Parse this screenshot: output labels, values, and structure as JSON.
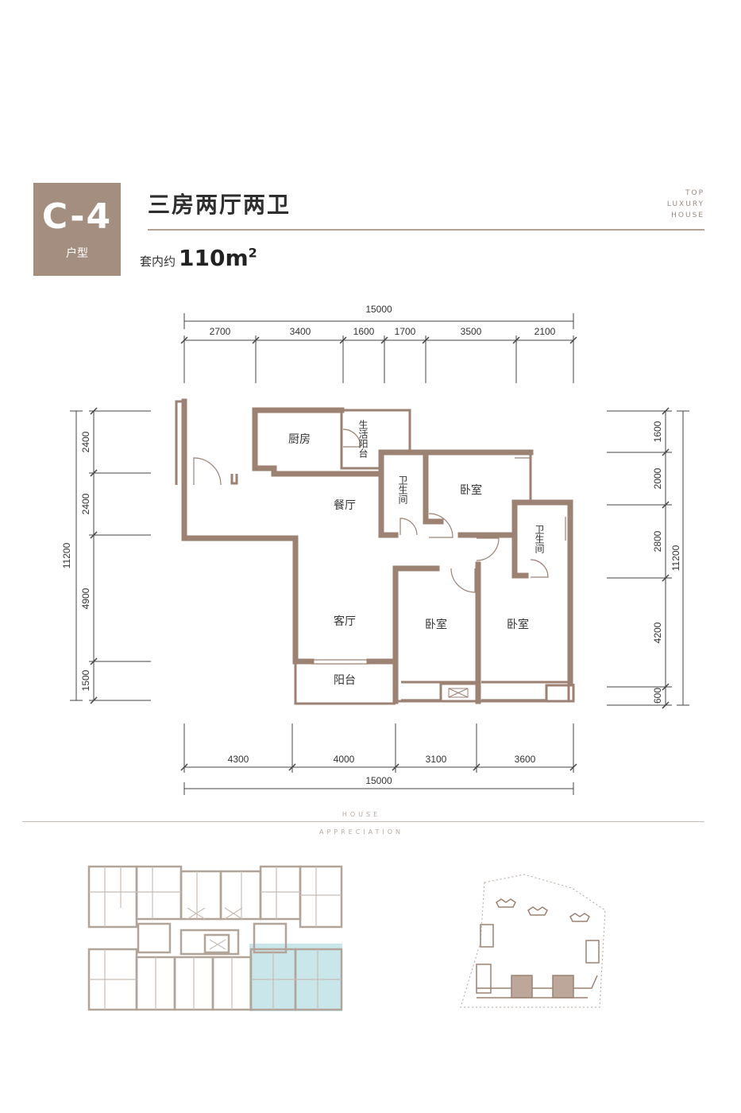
{
  "header": {
    "badge_code": "C-4",
    "badge_sub": "户型",
    "title": "三房两厅两卫",
    "brand": [
      "TOP",
      "LUXURY",
      "HOUSE"
    ],
    "area_label": "套内约",
    "area_value": "110m",
    "area_sup": "2"
  },
  "dimensions": {
    "top_total": "15000",
    "top_segments": [
      "2700",
      "3400",
      "1600",
      "1700",
      "3500",
      "2100"
    ],
    "bottom_segments": [
      "4300",
      "4000",
      "3100",
      "3600"
    ],
    "bottom_total": "15000",
    "left_segments": [
      "2400",
      "2400",
      "4900",
      "1500"
    ],
    "left_total": "11200",
    "right_segments": [
      "1600",
      "2000",
      "2800",
      "4200",
      "600"
    ],
    "right_total": "11200"
  },
  "rooms": {
    "kitchen": "厨房",
    "service_balcony": "生活阳台",
    "bath1": "卫生间",
    "bedroom1": "卧室",
    "dining": "餐厅",
    "bath2": "卫生间",
    "living": "客厅",
    "bedroom2": "卧室",
    "bedroom3": "卧室",
    "balcony": "阳台"
  },
  "footer": {
    "caption_top": "HOUSE",
    "caption_bottom": "APPRECIATION"
  },
  "colors": {
    "accent": "#a48e7f",
    "wall": "#9c8273",
    "highlight": "#c9e6ea"
  }
}
